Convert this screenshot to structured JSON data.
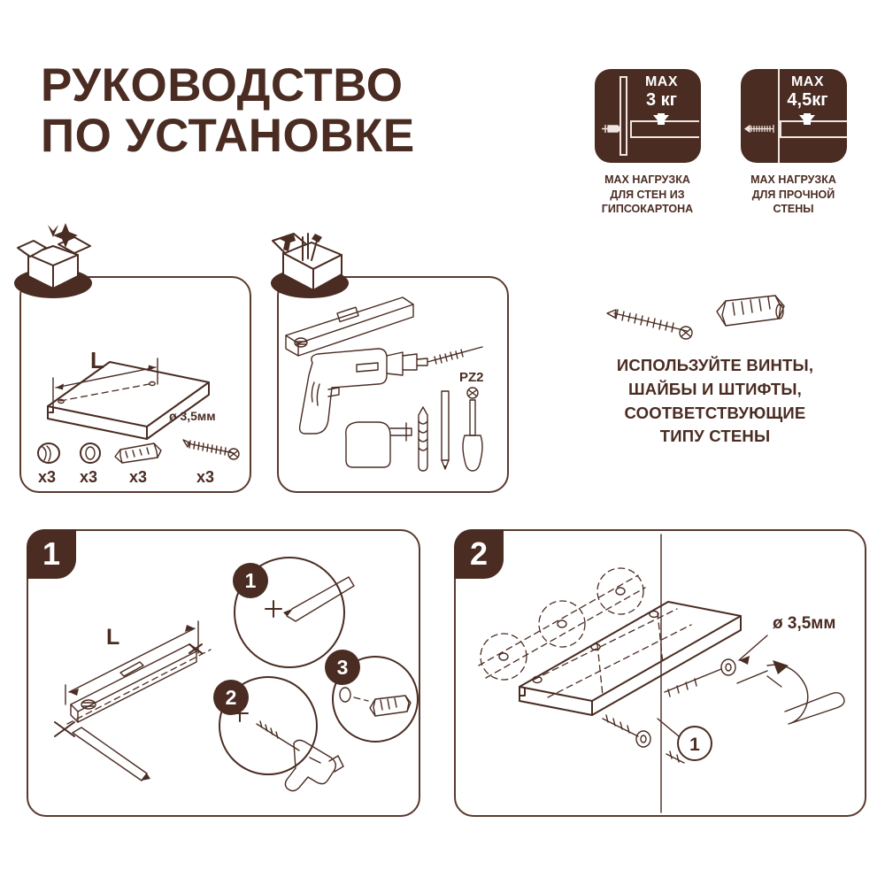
{
  "document": {
    "kind": "installation-guide",
    "language": "ru",
    "title_line1": "РУКОВОДСТВО",
    "title_line2": "ПО УСТАНОВКЕ",
    "brand_color": "#4A2C22",
    "background_color": "#FFFFFF"
  },
  "load_badges": [
    {
      "max_word": "MAX",
      "value": "3 кг",
      "caption_line1": "MAX НАГРУЗКА",
      "caption_line2": "ДЛЯ СТЕН ИЗ",
      "caption_line3": "ГИПСОКАРТОНА",
      "wall_type": "drywall",
      "anchor_icon": "wall-plug-icon"
    },
    {
      "max_word": "MAX",
      "value": "4,5кг",
      "caption_line1": "MAX НАГРУЗКА",
      "caption_line2": "ДЛЯ ПРОЧНОЙ",
      "caption_line3": "СТЕНЫ",
      "wall_type": "solid",
      "anchor_icon": "screw-icon"
    }
  ],
  "parts_panel": {
    "header_icon": "open-box-icon",
    "shelf_dimension_label": "L",
    "screw_diameter_label": "ø 3,5мм",
    "parts": [
      {
        "name": "cap",
        "icon": "cap-icon",
        "qty": "x3"
      },
      {
        "name": "washer",
        "icon": "washer-icon",
        "qty": "x3"
      },
      {
        "name": "dowel",
        "icon": "dowel-icon",
        "qty": "x3"
      },
      {
        "name": "screw",
        "icon": "screw-icon",
        "qty": "x3"
      }
    ]
  },
  "tools_panel": {
    "header_icon": "toolbox-icon",
    "bit_label": "PZ2",
    "tools": [
      {
        "name": "spirit-level",
        "icon": "level-icon"
      },
      {
        "name": "power-drill",
        "icon": "drill-icon"
      },
      {
        "name": "tape-measure",
        "icon": "tape-measure-icon"
      },
      {
        "name": "drill-bit",
        "icon": "drill-bit-icon"
      },
      {
        "name": "pencil",
        "icon": "pencil-icon"
      },
      {
        "name": "screwdriver",
        "icon": "screwdriver-icon"
      }
    ]
  },
  "fasteners_note": {
    "art_icons": [
      "screw-icon",
      "dowel-icon"
    ],
    "line1": "ИСПОЛЬЗУЙТЕ ВИНТЫ,",
    "line2": "ШАЙБЫ И ШТИФТЫ,",
    "line3": "СООТВЕТСТВУЮЩИЕ",
    "line4": "ТИПУ СТЕНЫ"
  },
  "steps": [
    {
      "number": "1",
      "dimension_label": "L",
      "substeps": [
        {
          "number": "1",
          "icon": "pencil-mark-icon",
          "mark": "+"
        },
        {
          "number": "2",
          "icon": "drill-hole-icon",
          "mark": "+"
        },
        {
          "number": "3",
          "icon": "insert-dowel-icon",
          "mark": ""
        }
      ]
    },
    {
      "number": "2",
      "screw_diameter_label": "ø 3,5мм",
      "callout": "1",
      "icons": [
        "shelf-icon",
        "screw-icon",
        "washer-icon",
        "screwdriver-icon"
      ]
    }
  ]
}
